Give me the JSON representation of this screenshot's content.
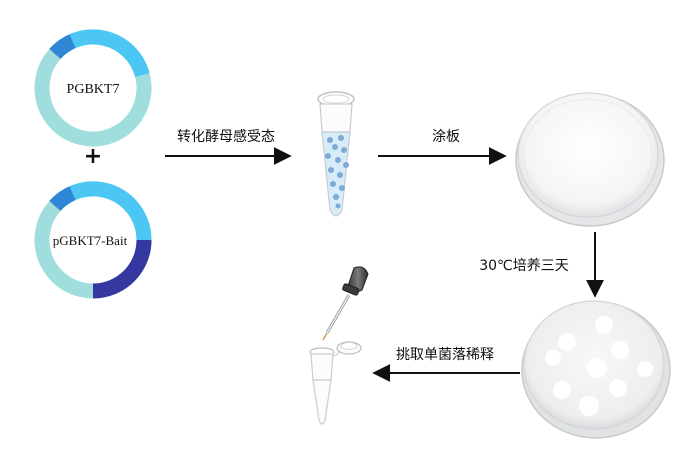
{
  "plasmids": {
    "top_label": "PGBKT7",
    "bottom_label": "pGBKT7-Bait",
    "plus_sign": "+"
  },
  "steps": {
    "transform": "转化酵母感受态",
    "plate": "涂板",
    "incubate": "30℃培养三天",
    "pick": "挑取单菌落稀释"
  },
  "colors": {
    "ring_light": "#9fdedd",
    "ring_cyan": "#4cc6f3",
    "ring_blue": "#2f86d4",
    "ring_navy": "#3438a0",
    "tube_dots": "#7fa9d8",
    "liquid": "#d6ecf7",
    "arrow": "#111111"
  }
}
